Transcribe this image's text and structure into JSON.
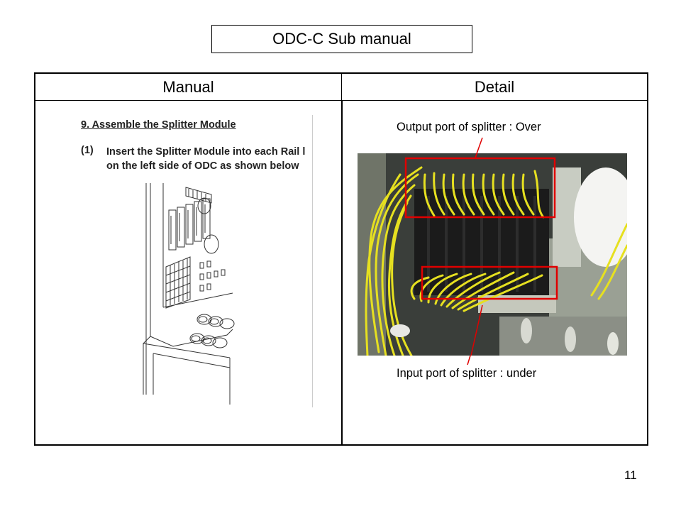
{
  "page_title": "ODC-C Sub manual",
  "table": {
    "headers": {
      "manual": "Manual",
      "detail": "Detail"
    }
  },
  "manual_excerpt": {
    "heading": "9.   Assemble the Splitter Module",
    "step_number": "(1)",
    "step_line1": "Insert the Splitter Module into each Rail l",
    "step_line2": "on the left side of ODC as shown below"
  },
  "detail": {
    "output_label": "Output port of splitter : Over",
    "input_label": "Input port of splitter : under",
    "highlight_color": "#e00000"
  },
  "page_number": "11"
}
